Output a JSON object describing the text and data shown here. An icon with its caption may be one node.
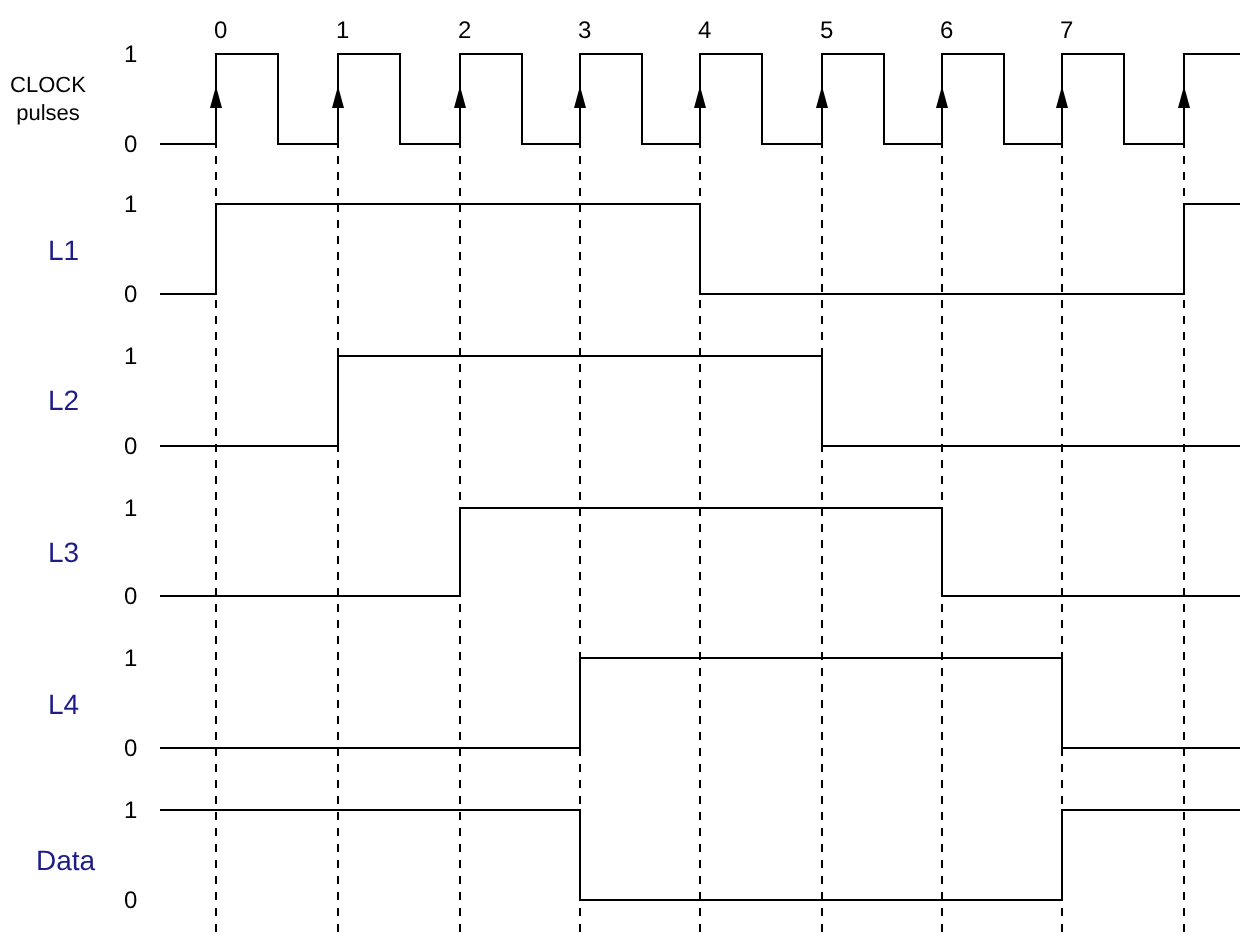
{
  "diagram": {
    "labels": [
      "1",
      "0",
      "1",
      "2",
      "3",
      "4",
      "5",
      "6",
      "7",
      "CLOCK pulses",
      "0",
      "1",
      "L1",
      "0",
      "1",
      "L2",
      "0",
      "1",
      "L3",
      "0",
      "1",
      "L4",
      "0",
      "1",
      "Data",
      "0"
    ]
  }
}
